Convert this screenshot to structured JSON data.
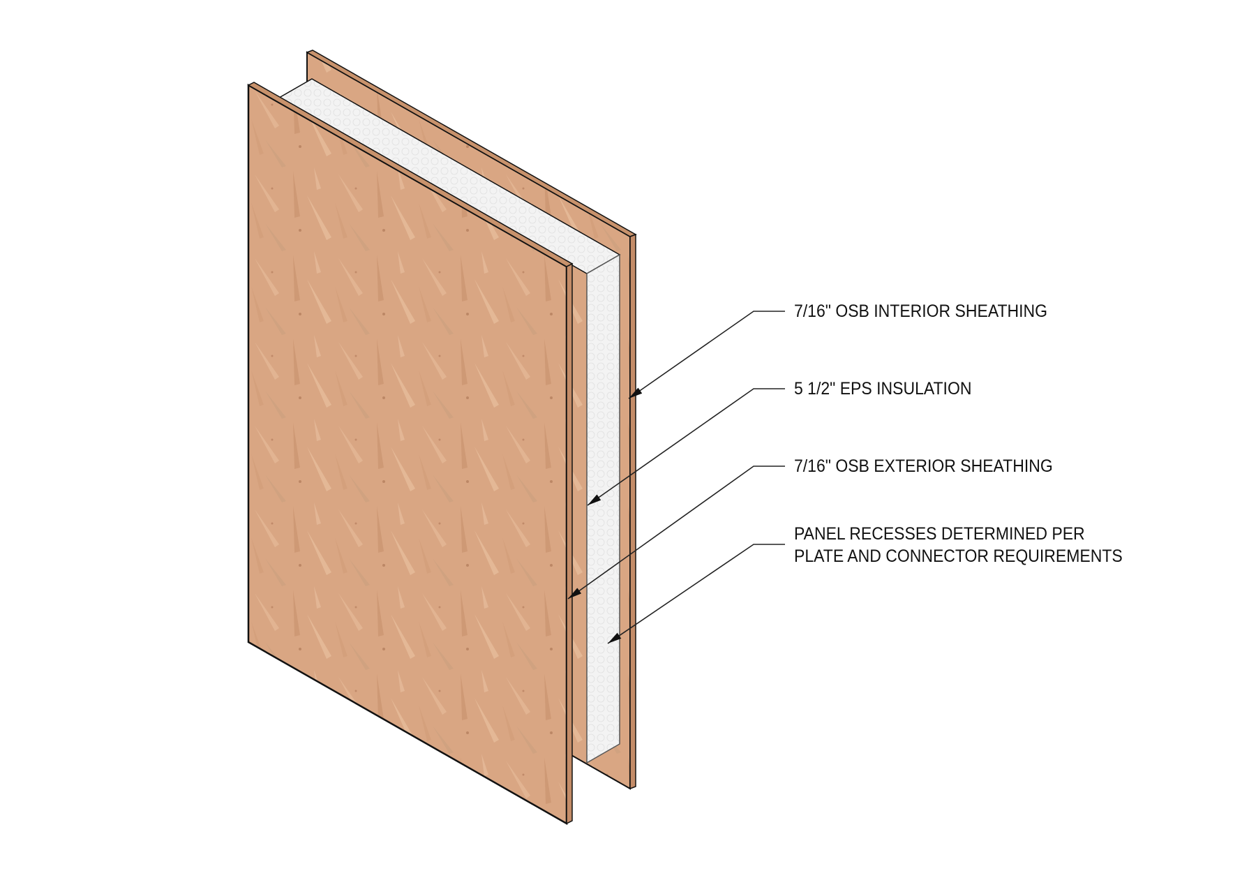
{
  "diagram": {
    "subject": "Structural insulated panel (SIP) isometric section",
    "colors": {
      "osb": "#d9a683",
      "osb_dark": "#c48c68",
      "osb_light": "#e6bb99",
      "eps": "#f2f2f2",
      "eps_shade": "#e2e2e2",
      "outline": "#111111",
      "leader": "#222222",
      "background": "#ffffff"
    },
    "callouts": [
      {
        "id": "interior-sheathing",
        "lines": [
          "7/16\" OSB INTERIOR SHEATHING"
        ]
      },
      {
        "id": "eps-insulation",
        "lines": [
          "5 1/2\" EPS INSULATION"
        ]
      },
      {
        "id": "exterior-sheathing",
        "lines": [
          "7/16\" OSB EXTERIOR SHEATHING"
        ]
      },
      {
        "id": "panel-recesses",
        "lines": [
          "PANEL RECESSES DETERMINED PER",
          "PLATE AND CONNECTOR REQUIREMENTS"
        ]
      }
    ]
  }
}
